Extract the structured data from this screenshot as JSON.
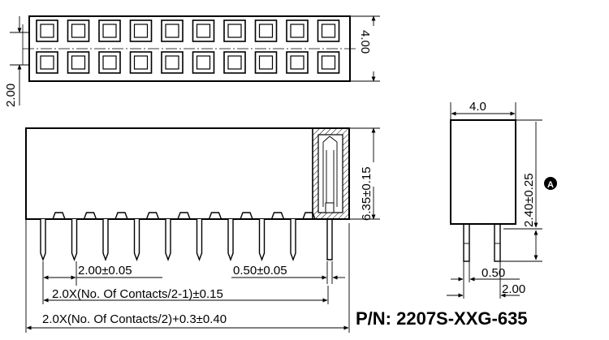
{
  "dimensions": {
    "top_height": "4.00",
    "pitch_left": "2.00",
    "height_635": "6.35±0.15",
    "pitch_tol": "2.00±0.05",
    "pin_width": "0.50±0.05",
    "span_minus1": "2.0X(No. Of Contacts/2-1)±0.15",
    "total_length": "2.0X(No. Of Contacts/2)+0.3±0.40",
    "side_width": "4.0",
    "side_height": "2.40±0.25",
    "side_pin": "0.50",
    "side_pitch": "2.00",
    "callout": "A"
  },
  "part_number": "P/N: 2207S-XXG-635",
  "pins_per_row": 10
}
